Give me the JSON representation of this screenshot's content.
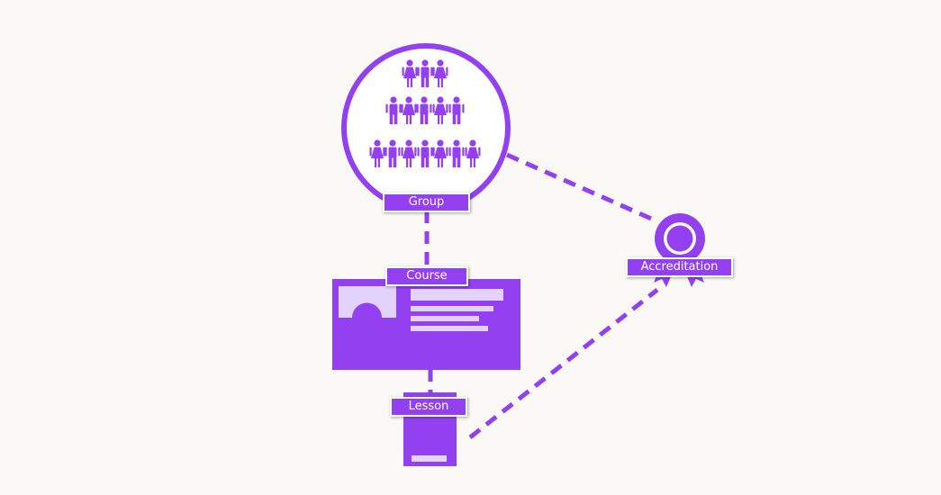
{
  "colors": {
    "purple": "#9340f0",
    "light_purple": "#e3d2fb",
    "background": "#faf9f6"
  },
  "nodes": {
    "group": {
      "label": "Group",
      "icon": "people-pyramid-icon"
    },
    "course": {
      "label": "Course",
      "icon": "course-card-icon"
    },
    "lesson": {
      "label": "Lesson",
      "icon": "lesson-page-icon"
    },
    "accreditation": {
      "label": "Accreditation",
      "icon": "award-ribbon-icon"
    }
  }
}
